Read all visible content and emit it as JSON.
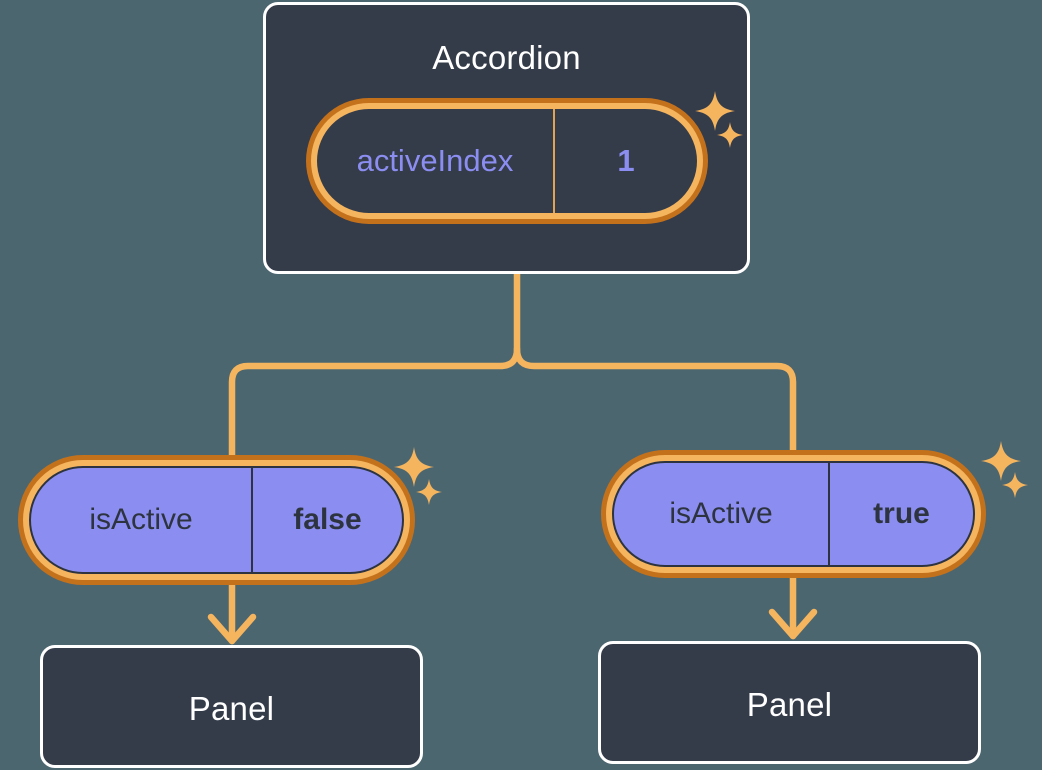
{
  "theme": {
    "background": "#4c6670",
    "card_fill": "#343b49",
    "card_border": "#ffffff",
    "ring_outer": "#c4711c",
    "ring_inner": "#f5b45e",
    "purple": "#8b8ef0",
    "dark_text": "#2d3440",
    "connector": "#f5b45e"
  },
  "diagram": {
    "type": "component-tree",
    "root": {
      "title": "Accordion",
      "state": {
        "key": "activeIndex",
        "value": "1"
      }
    },
    "children": [
      {
        "prop": {
          "key": "isActive",
          "value": "false"
        },
        "child": {
          "title": "Panel"
        }
      },
      {
        "prop": {
          "key": "isActive",
          "value": "true"
        },
        "child": {
          "title": "Panel"
        }
      }
    ]
  },
  "icons": {
    "sparkle": "sparkle-icon"
  }
}
